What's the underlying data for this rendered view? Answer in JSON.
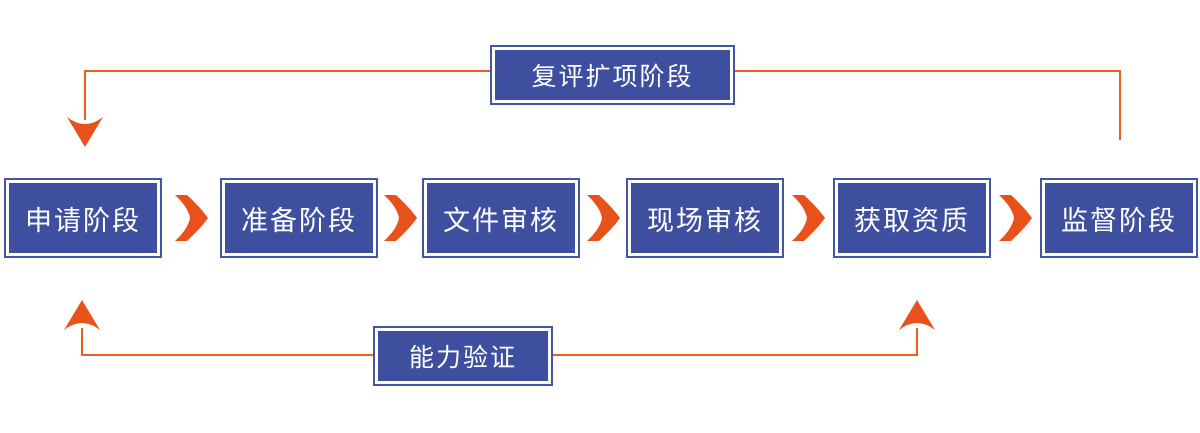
{
  "diagram": {
    "type": "flowchart",
    "colors": {
      "box_fill": "#3E4F9F",
      "box_border": "#4555A3",
      "box_text": "#FFFFFF",
      "line": "#E8611F",
      "arrow": "#E8511A",
      "background": "#FFFFFF"
    },
    "main_flow": [
      {
        "label": "申请阶段"
      },
      {
        "label": "准备阶段"
      },
      {
        "label": "文件审核"
      },
      {
        "label": "现场审核"
      },
      {
        "label": "获取资质"
      },
      {
        "label": "监督阶段"
      }
    ],
    "feedback_loops": {
      "top": {
        "label": "复评扩项阶段",
        "from": "监督阶段",
        "to": "申请阶段"
      },
      "bottom": {
        "label": "能力验证",
        "from": "获取资质",
        "to": "申请阶段"
      }
    }
  }
}
